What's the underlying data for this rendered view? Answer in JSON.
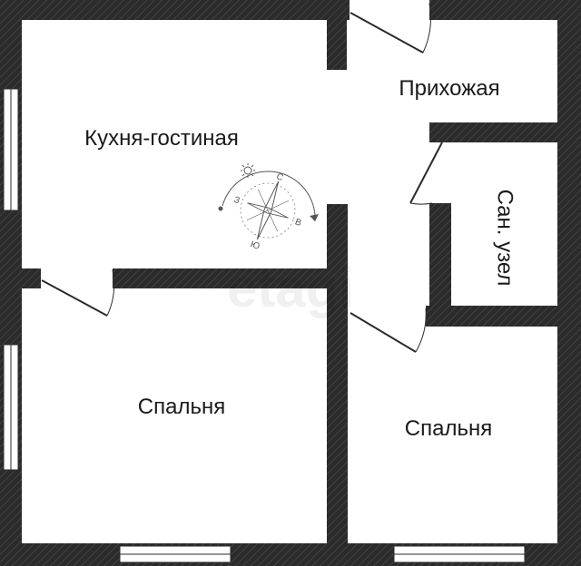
{
  "rooms": {
    "kitchen_living": "Кухня-гостиная",
    "hallway": "Прихожая",
    "bathroom": "Сан. узел",
    "bedroom_left": "Спальня",
    "bedroom_right": "Спальня"
  },
  "compass": {
    "north": "С",
    "south": "Ю",
    "east": "В",
    "west": "З"
  },
  "watermark": "etagi",
  "colors": {
    "wall": "#2b2b2b",
    "floor": "#ffffff",
    "window": "#ffffff",
    "compass": "#555555"
  }
}
